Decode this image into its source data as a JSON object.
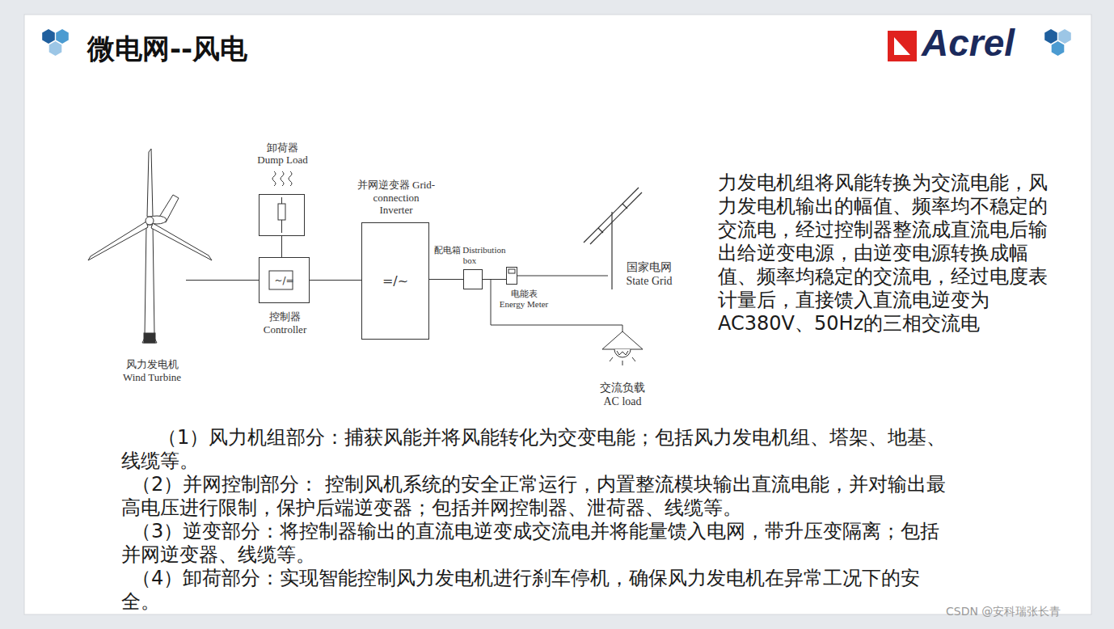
{
  "diagram": {
    "title": "微电网--风电",
    "nodes": [
      {
        "text": [
          "风力发电机 Wind Turbine"
        ]
      },
      {
        "text": [
          "卸荷器 Dump Load"
        ]
      },
      {
        "text": [
          "控制器 Controller",
          "~/="
        ]
      },
      {
        "text": [
          "并网逆变器 Grid-connection Inverter",
          "=/~"
        ]
      },
      {
        "text": [
          "配电箱 Distribution box"
        ]
      },
      {
        "text": [
          "电能表 Energy Meter"
        ]
      },
      {
        "text": [
          "国家电网 State Grid"
        ]
      },
      {
        "text": [
          "交流负载 AC load"
        ]
      }
    ],
    "edges": [
      {
        "from": 0,
        "to": 2,
        "arrow": "none"
      },
      {
        "from": 1,
        "to": 2,
        "arrow": "none"
      },
      {
        "from": 2,
        "to": 3,
        "arrow": "none"
      },
      {
        "from": 3,
        "to": 4,
        "arrow": "none"
      },
      {
        "from": 4,
        "to": 5,
        "arrow": "none"
      },
      {
        "from": 5,
        "to": 6,
        "arrow": "none"
      },
      {
        "from": 4,
        "to": 7,
        "arrow": "none"
      }
    ],
    "labels": [
      "Acrel",
      "力发电机组将风能转换为交流电能，风力发电机输出的幅值、频率均不稳定的交流电，经过控制器整流成直流电后输出给逆变电源，由逆变电源转换成幅值、频率均稳定的交流电，经过电度表计量后，直接馈入直流电逆变为 AC380V、50Hz的三相交流电",
      "（1）风力机组部分：捕获风能并将风能转化为交变电能；包括风力发电机组、塔架、地基、线缆等。",
      "（2）并网控制部分： 控制风机系统的安全正常运行，内置整流模块输出直流电能，并对输出最高电压进行限制，保护后端逆变器；包括并网控制器、泄荷器、线缆等。",
      "（3）逆变部分：将控制器输出的直流电逆变成交流电并将能量馈入电网，带升压变隔离；包括并网逆变器、线缆等。",
      "（4）卸荷部分：实现智能控制风力发电机进行刹车停机，确保风力发电机在异常工况下的安全。",
      "CSDN @安科瑞张长青"
    ]
  }
}
